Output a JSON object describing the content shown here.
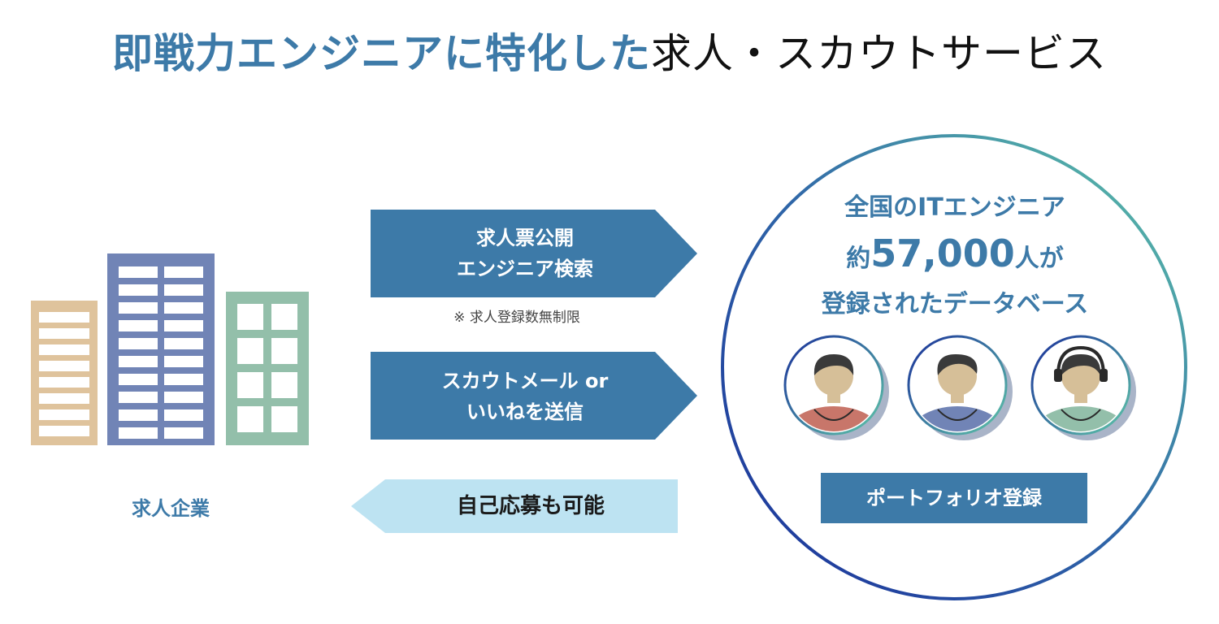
{
  "title": {
    "accent": "即戦力エンジニアに特化した",
    "plain": "求人・スカウトサービス"
  },
  "company": {
    "label": "求人企業"
  },
  "arrows": {
    "post_job": {
      "line1": "求人票公開",
      "line2": "エンジニア検索"
    },
    "note": "※ 求人登録数無制限",
    "scout": {
      "line1": "スカウトメール or",
      "line2": "いいねを送信"
    },
    "apply": {
      "label": "自己応募も可能"
    }
  },
  "database": {
    "line1": "全国のITエンジニア",
    "line2_prefix": "約",
    "line2_number": "57,000",
    "line2_suffix": "人が",
    "line3": "登録されたデータベース",
    "portfolio_label": "ポートフォリオ登録"
  },
  "colors": {
    "accent_blue": "#3d7aa8",
    "arrow_blue": "#3d7aa8",
    "light_blue": "#bde3f2",
    "building_tan": "#dfc39c",
    "building_purple": "#7184b6",
    "building_green": "#93bfaa",
    "person_red": "#c8766a",
    "person_blue": "#7184b6",
    "person_green": "#93bfaa",
    "skin": "#d6bf98",
    "hair": "#3a3a3a"
  }
}
